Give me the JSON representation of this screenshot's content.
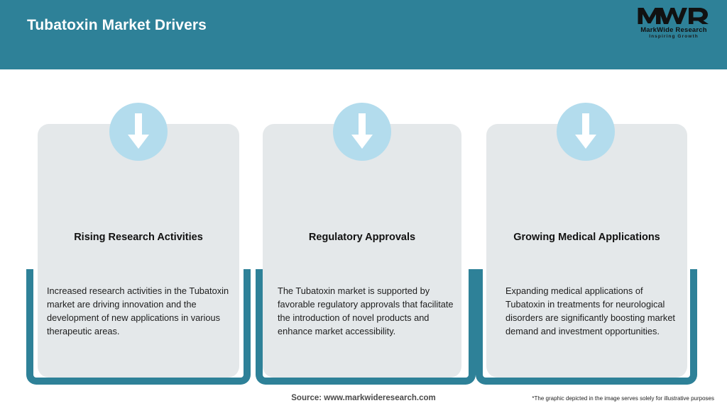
{
  "header": {
    "title": "Tubatoxin Market Drivers",
    "bg_color": "#2e8198",
    "title_color": "#ffffff",
    "logo": {
      "mark": "MWR",
      "name": "MarkWide Research",
      "tagline": "Inspiring Growth"
    }
  },
  "theme": {
    "accent": "#2e8198",
    "card_bg": "#e4e8ea",
    "icon_circle": "#b3dced",
    "arrow": "#ffffff",
    "page_bg": "#ffffff"
  },
  "cards": [
    {
      "icon": "arrow-down-icon",
      "title": "Rising Research Activities",
      "body": "Increased research activities in the Tubatoxin market are driving innovation and the development of new applications in various therapeutic areas."
    },
    {
      "icon": "arrow-down-icon",
      "title": "Regulatory Approvals",
      "body": "The Tubatoxin market is supported by favorable regulatory approvals that facilitate the introduction of novel products and enhance market accessibility."
    },
    {
      "icon": "arrow-down-icon",
      "title": "Growing Medical Applications",
      "body": "Expanding medical applications of Tubatoxin in treatments for neurological disorders are significantly boosting market demand and investment opportunities."
    }
  ],
  "footer": {
    "source": "Source: www.markwideresearch.com",
    "disclaimer": "*The graphic depicted in the image serves solely for illustrative purposes"
  }
}
